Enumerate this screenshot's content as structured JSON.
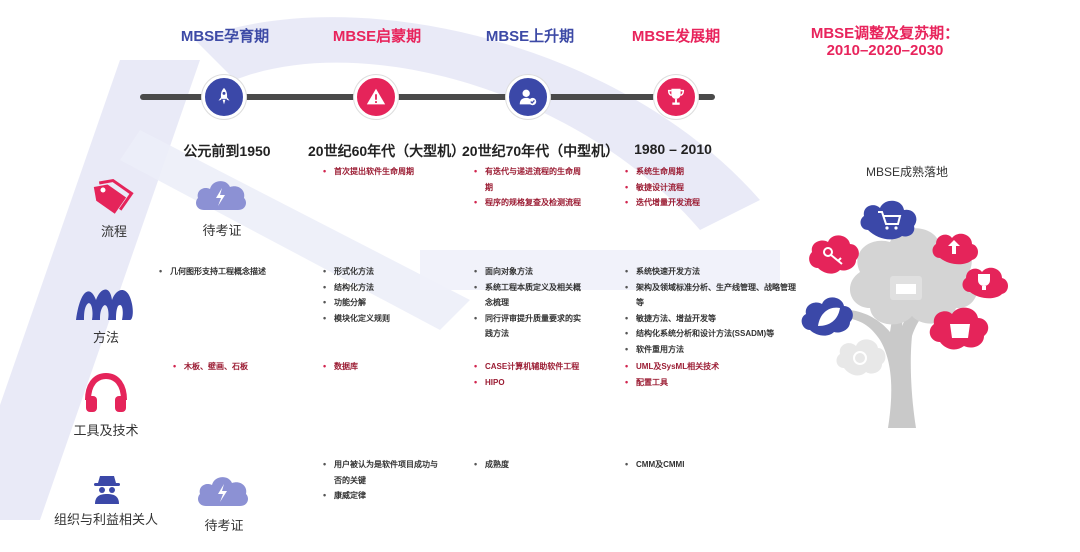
{
  "colors": {
    "blue": "#3b48a8",
    "pink": "#e5245a",
    "dark_red": "#9b1c33",
    "gray": "#c7c7c7"
  },
  "eras": [
    {
      "title": "MBSE孕育期",
      "date": "公元前到1950",
      "icon": "rocket-icon",
      "color": "blue"
    },
    {
      "title": "MBSE启蒙期",
      "date": "20世纪60年代（大型机）",
      "icon": "warning-icon",
      "color": "pink"
    },
    {
      "title": "MBSE上升期",
      "date": "20世纪70年代（中型机）",
      "icon": "user-check-icon",
      "color": "blue"
    },
    {
      "title": "MBSE发展期",
      "date": "1980 – 2010",
      "icon": "trophy-icon",
      "color": "pink"
    }
  ],
  "final_era": {
    "line1": "MBSE调整及复苏期：",
    "line2": "2010–2020–2030",
    "caption": "MBSE成熟落地"
  },
  "rows": [
    {
      "label": "流程",
      "icon": "tag-icon"
    },
    {
      "label": "方法",
      "icon": "method-logo-icon"
    },
    {
      "label": "工具及技术",
      "icon": "headset-icon"
    },
    {
      "label": "组织与利益相关人",
      "icon": "spy-icon"
    }
  ],
  "pending": {
    "label1": "待考证",
    "label2": "待考证"
  },
  "cells": {
    "process": {
      "era2": [
        "首次提出软件生命周期"
      ],
      "era3": [
        "有迭代与递进流程的生命周期",
        "程序的规格复查及检测流程"
      ],
      "era4": [
        "系统生命周期",
        "敏捷设计流程",
        "迭代增量开发流程"
      ]
    },
    "method": {
      "era1": [
        "几何图形支持工程概念描述"
      ],
      "era2": [
        "形式化方法",
        "结构化方法",
        "功能分解",
        "模块化定义规则"
      ],
      "era3": [
        "面向对象方法",
        "系统工程本质定义及相关概念梳理",
        "同行评审提升质量要求的实践方法"
      ],
      "era4": [
        "系统快速开发方法",
        "架构及领域标准分析、生产线管理、战略管理等",
        "敏捷方法、增益开发等",
        "结构化系统分析和设计方法(SSADM)等",
        "软件重用方法"
      ]
    },
    "tools": {
      "era1": [
        "木板、壁画、石板"
      ],
      "era2": [
        "数据库"
      ],
      "era3": [
        "CASE计算机辅助软件工程",
        "HIPO"
      ],
      "era4": [
        "UML及SysML相关技术",
        "配置工具"
      ]
    },
    "org": {
      "era2": [
        "用户被认为是软件项目成功与否的关键",
        "康威定律"
      ],
      "era3": [
        "成熟度"
      ],
      "era4": [
        "CMM及CMMI"
      ]
    }
  }
}
